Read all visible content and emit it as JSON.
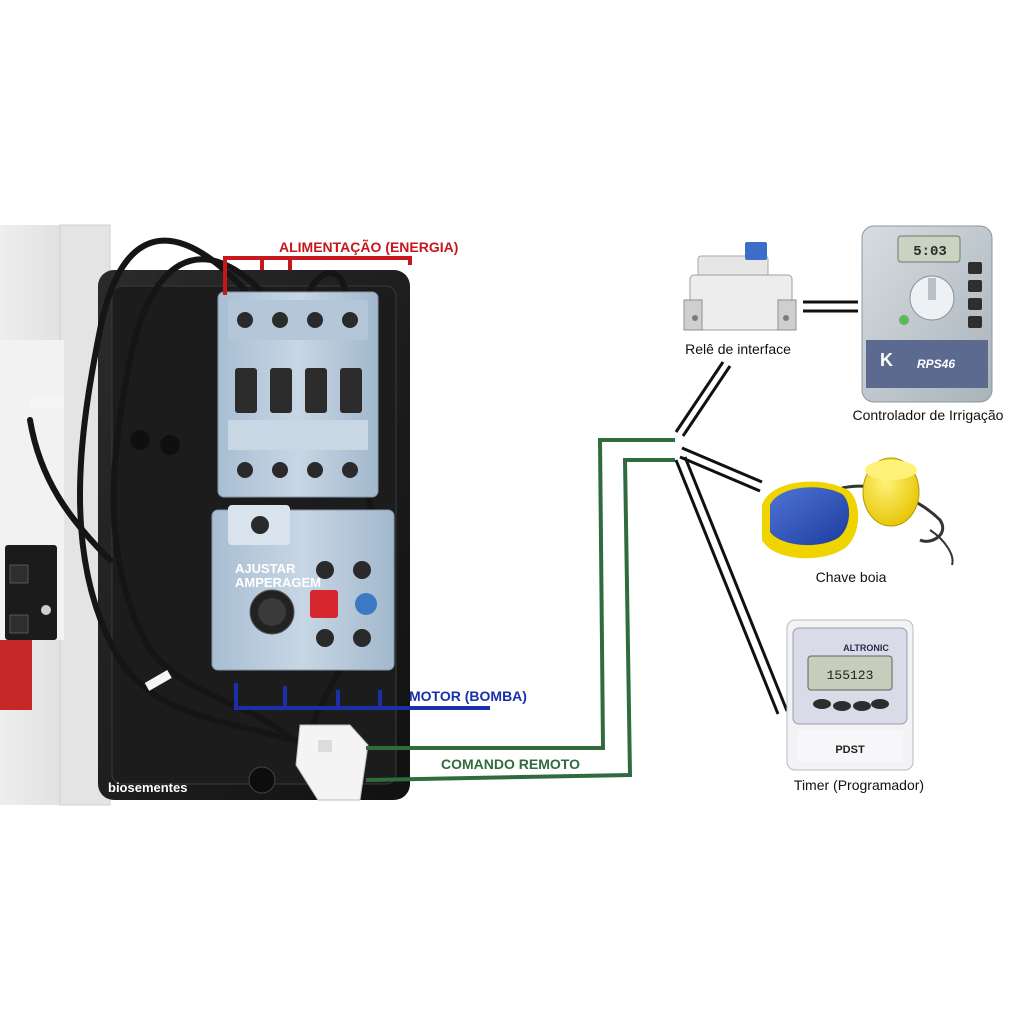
{
  "labels": {
    "power": "ALIMENTAÇÃO (ENERGIA)",
    "motor": "MOTOR (BOMBA)",
    "remote": "COMANDO REMOTO",
    "adjust_line1": "AJUSTAR",
    "adjust_line2": "AMPERAGEM",
    "watermark": "biosementes"
  },
  "devices": {
    "relay": "Relê de interface",
    "controller": "Controlador de Irrigação",
    "float_switch": "Chave boia",
    "timer": "Timer (Programador)"
  },
  "device_markings": {
    "controller_display": "5:03",
    "controller_brand": "K",
    "controller_model": "RPS46",
    "timer_brand": "ALTRONIC",
    "timer_display": "155123",
    "timer_model": "PDST"
  },
  "colors": {
    "power_wire": "#c8161d",
    "motor_wire": "#1a2fa8",
    "remote_wire": "#2f6b3f",
    "signal_wire": "#111111"
  }
}
